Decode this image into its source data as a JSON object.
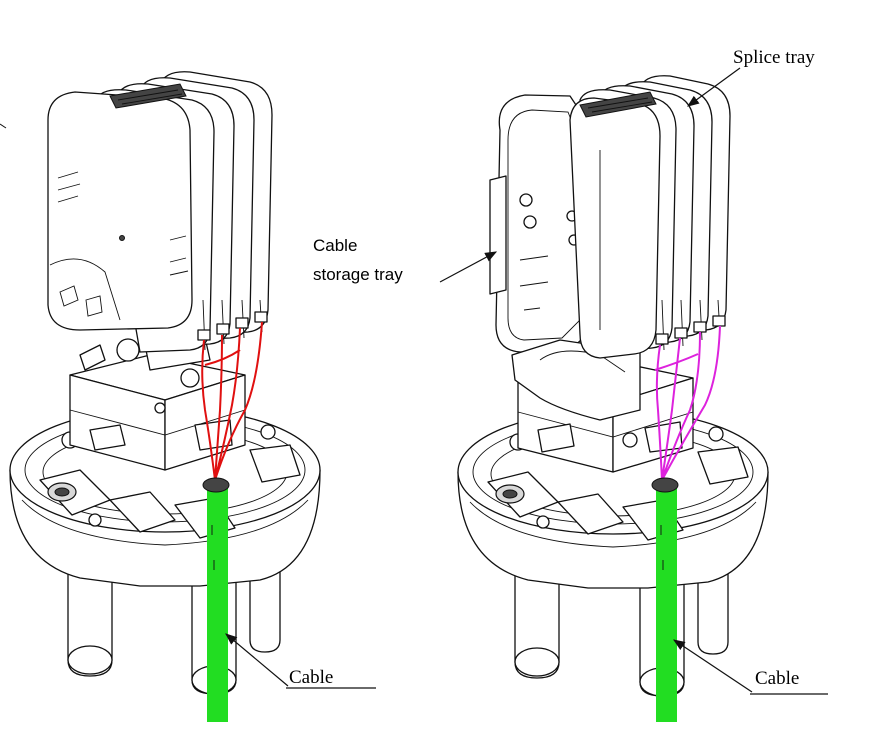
{
  "labels": {
    "splice_tray": "Splice tray",
    "cable_storage_line1": "Cable",
    "cable_storage_line2": "storage tray",
    "cable_left": "Cable",
    "cable_right": "Cable"
  },
  "colors": {
    "cable": "#22dd22",
    "fiber_left": "#e01010",
    "fiber_right": "#dd22dd",
    "line": "#111111",
    "background": "#ffffff"
  }
}
